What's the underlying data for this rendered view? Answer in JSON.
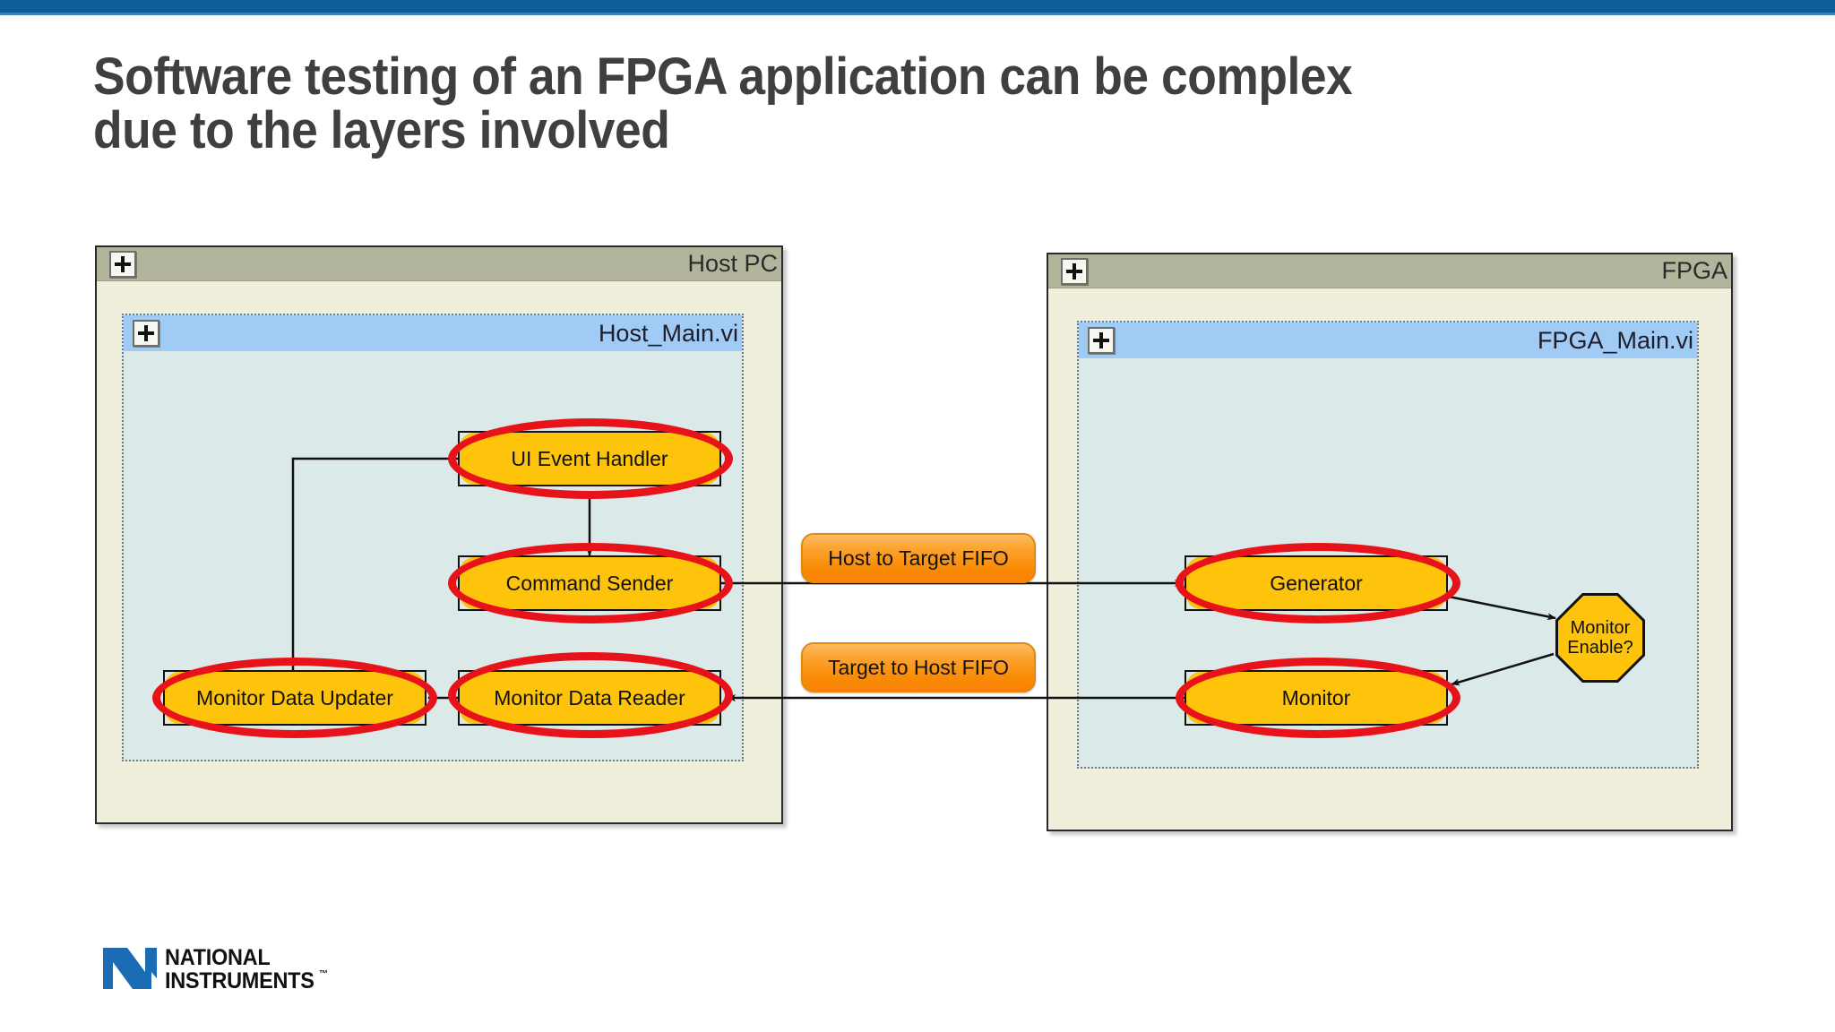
{
  "slide": {
    "title": "Software testing of an FPGA application can be complex\ndue to the layers involved",
    "accent_color": "#0e5f99",
    "title_color": "#3f3f3f"
  },
  "branding": {
    "logo_name": "national-instruments-logo",
    "line1": "NATIONAL",
    "line2": "INSTRUMENTS",
    "trademark": "™",
    "logo_blue": "#1b6cb5"
  },
  "diagram": {
    "type": "block-diagram",
    "highlight_color": "#e8131a",
    "node_fill": "#fdc40b",
    "fifo_fill": "#f98c05",
    "panels": [
      {
        "id": "host-pc",
        "title": "Host PC",
        "expander": "+",
        "vi": {
          "id": "host-main",
          "title": "Host_Main.vi",
          "expander": "+"
        },
        "nodes": [
          {
            "id": "ui-event-handler",
            "label": "UI Event Handler",
            "highlighted": true
          },
          {
            "id": "command-sender",
            "label": "Command Sender",
            "highlighted": true
          },
          {
            "id": "monitor-data-updater",
            "label": "Monitor Data Updater",
            "highlighted": true
          },
          {
            "id": "monitor-data-reader",
            "label": "Monitor Data Reader",
            "highlighted": true
          }
        ]
      },
      {
        "id": "fpga",
        "title": "FPGA",
        "expander": "+",
        "vi": {
          "id": "fpga-main",
          "title": "FPGA_Main.vi",
          "expander": "+"
        },
        "nodes": [
          {
            "id": "generator",
            "label": "Generator",
            "highlighted": true
          },
          {
            "id": "monitor",
            "label": "Monitor",
            "highlighted": true
          },
          {
            "id": "monitor-enable",
            "label": "Monitor\nEnable?",
            "shape": "octagon",
            "highlighted": false
          }
        ]
      }
    ],
    "fifos": [
      {
        "id": "host-to-target-fifo",
        "label": "Host to Target FIFO"
      },
      {
        "id": "target-to-host-fifo",
        "label": "Target to Host FIFO"
      }
    ],
    "connections": [
      {
        "from": "ui-event-handler",
        "to": "command-sender"
      },
      {
        "from": "ui-event-handler",
        "to": "monitor-data-updater"
      },
      {
        "from": "command-sender",
        "to": "generator"
      },
      {
        "from": "monitor",
        "to": "monitor-data-reader"
      },
      {
        "from": "monitor-data-reader",
        "to": "monitor-data-updater"
      },
      {
        "from": "generator",
        "to": "monitor-enable"
      },
      {
        "from": "monitor-enable",
        "to": "monitor"
      }
    ]
  }
}
